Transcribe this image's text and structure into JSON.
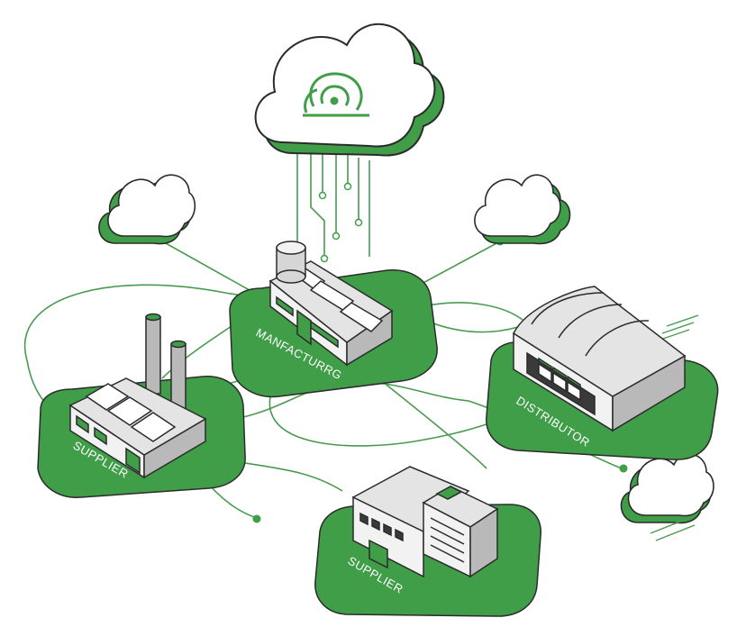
{
  "nodes": {
    "manufacturing": {
      "label": "MANFACTURRG"
    },
    "supplier_left": {
      "label": "SUPPLIER"
    },
    "distributor": {
      "label": "DISTRIBUTOR"
    },
    "supplier_bottom": {
      "label": "SUPPLIER"
    }
  },
  "colors": {
    "green": "#3f9e47",
    "green_dark": "#2e7d35",
    "line": "#4a9a50",
    "outline": "#2b2b2b",
    "building_light": "#f2f2f2",
    "building_mid": "#d6d6d6",
    "building_dark": "#b9b9b9"
  },
  "icons": {
    "main_cloud": "cloud-wifi-icon",
    "small_clouds": "cloud-icon"
  }
}
